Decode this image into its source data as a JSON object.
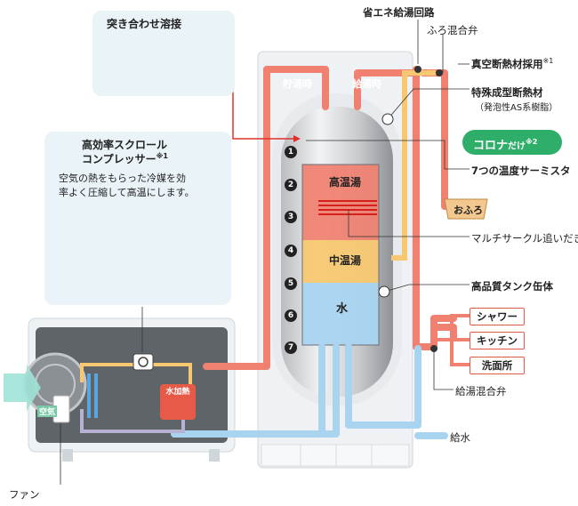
{
  "labels": {
    "butt_weld": "突き合わせ溶接",
    "compressor_title_1": "高効率スクロール",
    "compressor_title_2": "コンプレッサー",
    "compressor_note": "※1",
    "compressor_desc_1": "空気の熱をもらった冷媒を効",
    "compressor_desc_2": "率よく圧縮して高温にします。",
    "energy_circuit": "省エネ給湯回路",
    "bath_mixing_valve": "ふろ混合弁",
    "vacuum_insulation": "真空断熱材採用",
    "vacuum_note": "※1",
    "special_insulation": "特殊成型断熱材",
    "special_insulation_sub": "（発泡性AS系樹脂）",
    "corona_only": "コロナ",
    "corona_dake": "だけ",
    "corona_note": "※2",
    "thermistor": "7つの温度サーミスタ",
    "multi_circle": "マルチサークル追いだき",
    "tank": "高品質タンク缶体",
    "shower": "シャワー",
    "kitchen": "キッチン",
    "washroom": "洗面所",
    "supply_mixing_valve": "給湯混合弁",
    "water_supply": "給水",
    "fan": "ファン",
    "storage_time": "貯湯時",
    "supply_time": "給湯時",
    "high_temp": "高温湯",
    "mid_temp": "中温湯",
    "water": "水",
    "bath": "おふろ",
    "air": "空気",
    "water_heating": "水加熱"
  },
  "sensors": [
    "1",
    "2",
    "3",
    "4",
    "5",
    "6",
    "7"
  ],
  "colors": {
    "hot": "#f08070",
    "cold": "#a8d4f0",
    "mid": "#f7c870",
    "panel": "#eaf3f8",
    "corona_green": "#2fae6a",
    "red_line": "#e0302a"
  }
}
